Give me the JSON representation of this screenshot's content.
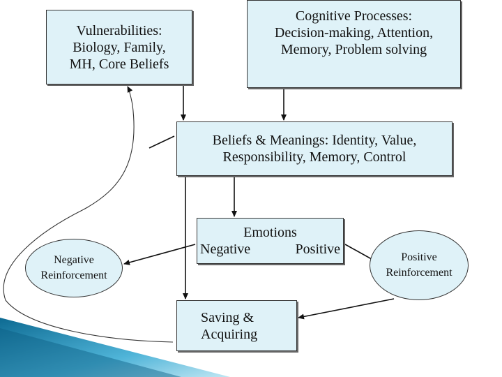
{
  "diagram": {
    "vulnerabilities": {
      "lines": [
        "Vulnerabilities:",
        "Biology, Family,",
        "MH, Core Beliefs"
      ]
    },
    "cognitive": {
      "lines": [
        "Cognitive Processes:",
        "Decision-making, Attention,",
        "Memory, Problem solving"
      ]
    },
    "beliefs": {
      "lines": [
        "Beliefs & Meanings: Identity, Value,",
        "Responsibility, Memory, Control"
      ]
    },
    "emotions": {
      "title": "Emotions",
      "left": "Negative",
      "right": "Positive"
    },
    "saving": {
      "lines": [
        "Saving &",
        "Acquiring"
      ]
    },
    "negative_reinforcement": {
      "lines": [
        "Negative",
        "Reinforcement"
      ]
    },
    "positive_reinforcement": {
      "lines": [
        "Positive",
        "Reinforcement"
      ]
    }
  },
  "colors": {
    "box_fill": "#dff2f8",
    "border": "#333333",
    "arrow": "#111111",
    "corner_accent": "#1e8bb5"
  }
}
